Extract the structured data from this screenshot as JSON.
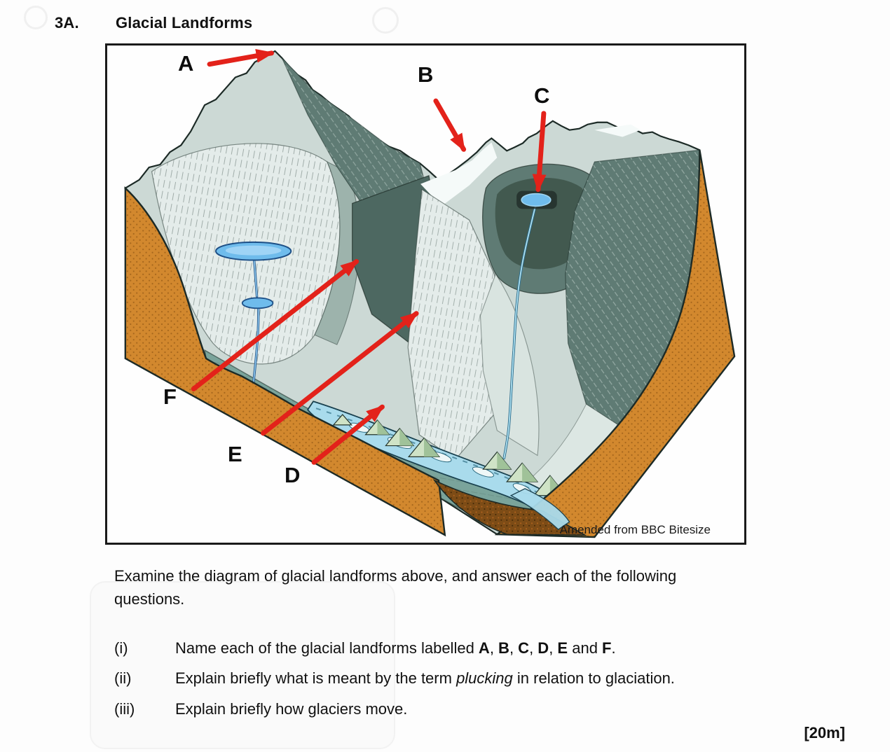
{
  "colors": {
    "arrow-red": "#e3221a",
    "frame-border": "#1a1a1a",
    "orange-face": "#d2882e",
    "orange-dot": "#a5661c",
    "soil-brown": "#7d4c16",
    "soil-dot": "#b5651f",
    "terrain-base": "#ccd9d5",
    "terrain-light": "#e4ecea",
    "terrain-mid": "#9db3ac",
    "terrain-dark": "#5f7b74",
    "terrain-darker": "#4d6861",
    "valley-floor": "#7aa49b",
    "hummock-green": "#cfe3c6",
    "hummock-shadow": "#a0c299",
    "river-blue": "#a9dbec",
    "tarn-blue": "#6fbcec",
    "stream-blue": "#8ec8f0",
    "ink": "#243530"
  },
  "header": {
    "question_number": "3A.",
    "title": "Glacial Landforms"
  },
  "figure": {
    "caption": "Amended from BBC Bitesize",
    "labels": {
      "a": "A",
      "b": "B",
      "c": "C",
      "d": "D",
      "e": "E",
      "f": "F"
    }
  },
  "body": {
    "intro_line1": "Examine the diagram of glacial landforms above, and answer each of the following",
    "intro_line2": "questions.",
    "questions": [
      {
        "numeral": "(i)",
        "segments": [
          {
            "t": "Name each of the glacial landforms labelled "
          },
          {
            "t": "A",
            "b": true
          },
          {
            "t": ", "
          },
          {
            "t": "B",
            "b": true
          },
          {
            "t": ", "
          },
          {
            "t": "C",
            "b": true
          },
          {
            "t": ", "
          },
          {
            "t": "D",
            "b": true
          },
          {
            "t": ", "
          },
          {
            "t": "E",
            "b": true
          },
          {
            "t": " and "
          },
          {
            "t": "F",
            "b": true
          },
          {
            "t": "."
          }
        ]
      },
      {
        "numeral": "(ii)",
        "segments": [
          {
            "t": "Explain briefly what is meant by the term "
          },
          {
            "t": "plucking",
            "i": true
          },
          {
            "t": " in relation to glaciation."
          }
        ]
      },
      {
        "numeral": "(iii)",
        "segments": [
          {
            "t": "Explain briefly how glaciers move."
          }
        ]
      }
    ],
    "marks": "[20m]"
  }
}
